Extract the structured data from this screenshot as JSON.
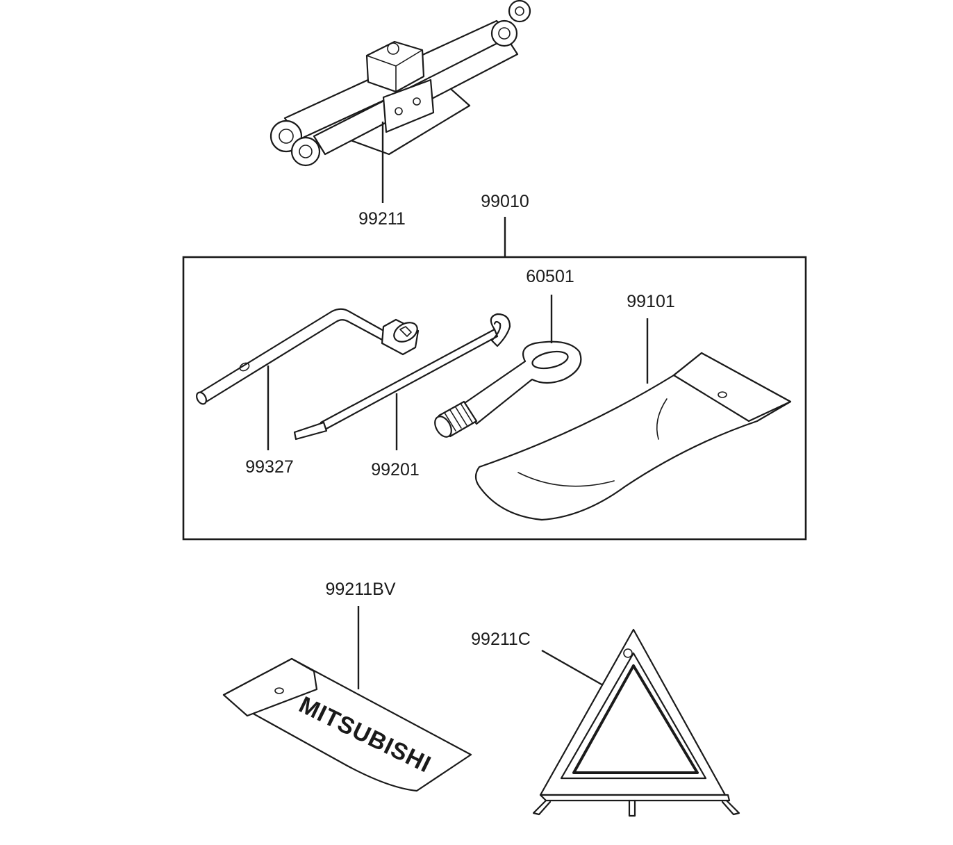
{
  "labels": {
    "jack": "99211",
    "kit": "99010",
    "handle": "99327",
    "jack_rod": "99201",
    "tow_hook": "60501",
    "tool_bag": "99101",
    "jack_bag": "99211BV",
    "warning_triangle": "99211C"
  },
  "jack_bag_logo": "MITSUBISHI",
  "colors": {
    "line": "#1a1a1a",
    "background": "#ffffff"
  }
}
